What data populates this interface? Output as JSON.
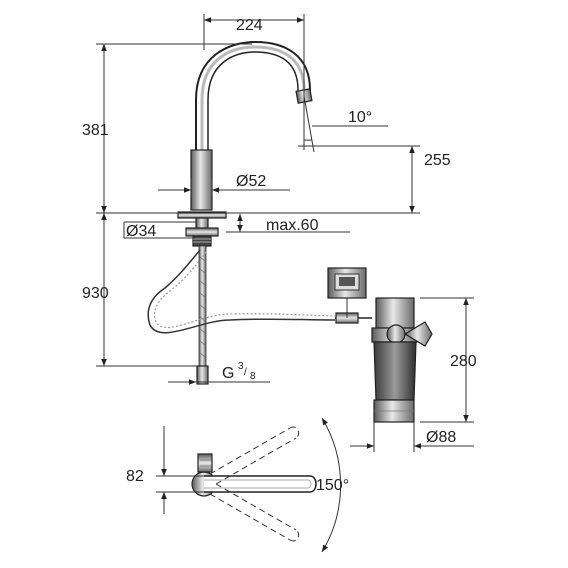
{
  "dimensions": {
    "top_width": "224",
    "total_height": "381",
    "tilt_angle": "10°",
    "spout_height": "255",
    "body_diameter": "Ø52",
    "hole_diameter": "Ø34",
    "max_thickness": "max.60",
    "hose_length": "930",
    "thread_main": "G",
    "thread_num": "3",
    "thread_den": "8",
    "filter_height": "280",
    "filter_diameter": "Ø88",
    "offset": "82",
    "swivel_angle": "150°"
  },
  "colors": {
    "line": "#222222",
    "gradient_dark": "#4a4a4a",
    "gradient_light": "#dcdcdc"
  }
}
